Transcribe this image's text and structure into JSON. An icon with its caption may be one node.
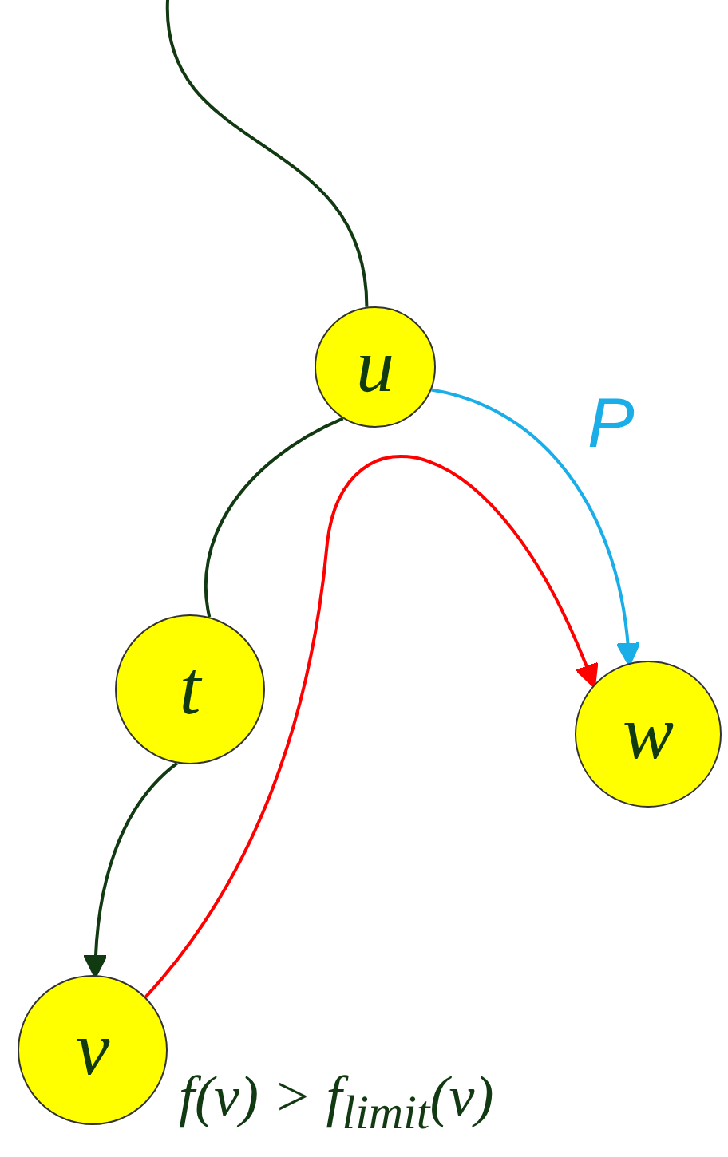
{
  "diagram": {
    "nodes": [
      {
        "text": [
          "u"
        ]
      },
      {
        "text": [
          "t"
        ]
      },
      {
        "text": [
          "w"
        ]
      },
      {
        "text": [
          "v"
        ],
        "beside": [
          "f(v) > f$_{limit}$(v)"
        ]
      }
    ],
    "edges": [
      {
        "from": null,
        "to": 0,
        "arrow": "none"
      },
      {
        "from": 0,
        "to": 1,
        "arrow": "none"
      },
      {
        "from": 1,
        "to": 3,
        "arrow": "to"
      },
      {
        "from": 0,
        "to": 2,
        "arrow": "to",
        "color": "#1aaee8"
      },
      {
        "from": 3,
        "to": 2,
        "arrow": "to",
        "color": "#ff0000"
      }
    ],
    "labels": [
      "P"
    ]
  }
}
